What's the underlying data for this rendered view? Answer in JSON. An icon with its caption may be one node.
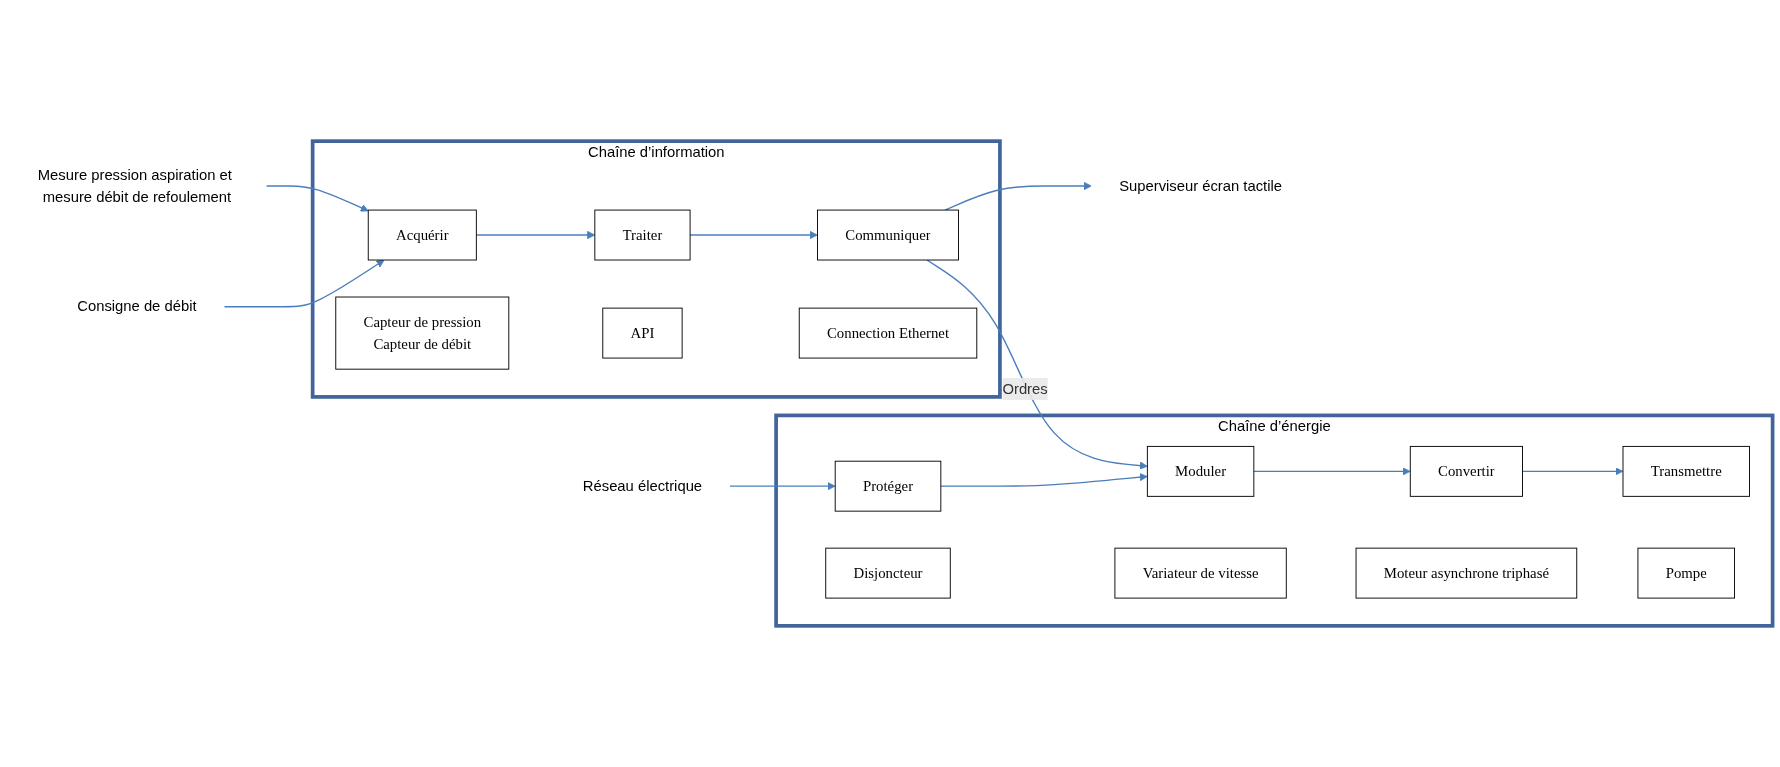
{
  "diagram": {
    "nodes": [
      {
        "text": [
          "Mesure pression aspiration et mesure débit de refoulement"
        ]
      },
      {
        "text": [
          "Consigne de débit"
        ]
      },
      {
        "text": [
          "Chaîne d’information"
        ]
      },
      {
        "text": [
          "Acquérir"
        ],
        "in": 2
      },
      {
        "text": [
          "Traiter"
        ],
        "in": 2
      },
      {
        "text": [
          "Communiquer"
        ],
        "in": 2
      },
      {
        "text": [
          "Capteur de pression",
          "Capteur de débit"
        ],
        "in": 2
      },
      {
        "text": [
          "API"
        ],
        "in": 2
      },
      {
        "text": [
          "Connection Ethernet"
        ],
        "in": 2
      },
      {
        "text": [
          "Superviseur écran tactile"
        ]
      },
      {
        "text": [
          "Réseau électrique"
        ]
      },
      {
        "text": [
          "Chaîne d’énergie"
        ]
      },
      {
        "text": [
          "Protéger"
        ],
        "in": 11
      },
      {
        "text": [
          "Moduler"
        ],
        "in": 11
      },
      {
        "text": [
          "Convertir"
        ],
        "in": 11
      },
      {
        "text": [
          "Transmettre"
        ],
        "in": 11
      },
      {
        "text": [
          "Disjoncteur"
        ],
        "in": 11
      },
      {
        "text": [
          "Variateur de vitesse"
        ],
        "in": 11
      },
      {
        "text": [
          "Moteur asynchrone triphasé"
        ],
        "in": 11
      },
      {
        "text": [
          "Pompe"
        ],
        "in": 11
      }
    ],
    "edges": [
      {
        "from": 0,
        "to": 3,
        "arrow": "to"
      },
      {
        "from": 1,
        "to": 3,
        "arrow": "to"
      },
      {
        "from": 3,
        "to": 4,
        "arrow": "to"
      },
      {
        "from": 4,
        "to": 5,
        "arrow": "to"
      },
      {
        "from": 5,
        "to": 9,
        "arrow": "to"
      },
      {
        "from": 5,
        "to": 13,
        "label": "Ordres",
        "arrow": "to"
      },
      {
        "from": 10,
        "to": 12,
        "arrow": "to"
      },
      {
        "from": 12,
        "to": 13,
        "arrow": "to"
      },
      {
        "from": 13,
        "to": 14,
        "arrow": "to"
      },
      {
        "from": 14,
        "to": 15,
        "arrow": "to"
      }
    ]
  }
}
